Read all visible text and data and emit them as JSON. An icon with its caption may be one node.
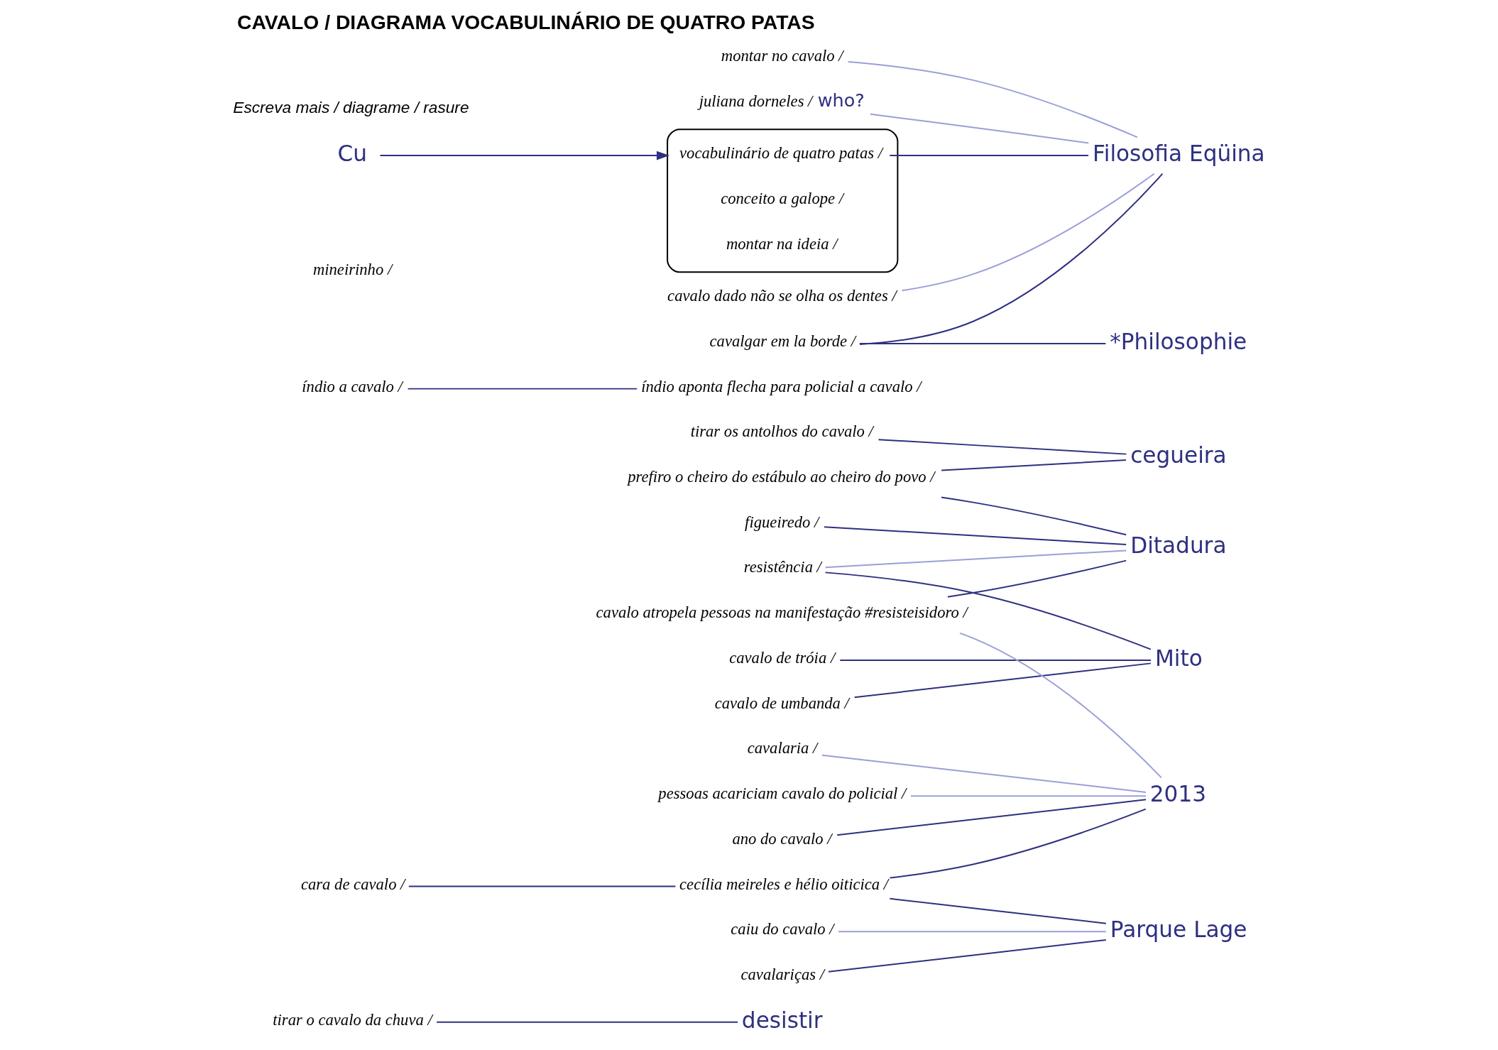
{
  "diagram": {
    "title": "CAVALO / DIAGRAMA VOCABULINÁRIO DE QUATRO PATAS",
    "nodes": [
      {
        "text": [
          "tirar o cavalo da chuva /"
        ]
      },
      {
        "text": [
          "tirar os antolhos do cavalo /"
        ]
      },
      {
        "text": [
          "índio a cavalo /"
        ]
      },
      {
        "text": [
          "cavalo de umbanda /"
        ]
      },
      {
        "text": [
          "cavalo de tróia /"
        ]
      },
      {
        "text": [
          "resistência /"
        ]
      },
      {
        "text": [
          "cara de cavalo /"
        ]
      },
      {
        "text": [
          "mineirinho /"
        ]
      },
      {
        "text": [
          "cecília meireles e hélio oiticica /"
        ]
      },
      {
        "text": [
          "ano do cavalo /"
        ]
      },
      {
        "text": [
          "cavalaria /"
        ]
      },
      {
        "text": [
          "montar no cavalo /"
        ]
      },
      {
        "text": [
          "índio aponta flecha para policial a cavalo /"
        ]
      },
      {
        "text": [
          "prefiro o cheiro do estábulo ao cheiro do povo /"
        ]
      },
      {
        "text": [
          "figueiredo /"
        ]
      },
      {
        "text": [
          "cavalo atropela pessoas na manifestação #resisteisidoro /"
        ]
      },
      {
        "text": [
          "pessoas acariciam cavalo do policial /"
        ]
      },
      {
        "text": [
          "cavalgar em la borde /"
        ]
      },
      {
        "text": [
          "cavalariças /"
        ]
      },
      {
        "text": [
          "juliana dorneles /"
        ],
        "beside": [
          "who?"
        ]
      },
      {
        "text": [],
        "shape": "box"
      },
      {
        "text": [
          "vocabulinário de quatro patas /"
        ],
        "in": 20
      },
      {
        "text": [
          "conceito a galope /"
        ],
        "in": 20
      },
      {
        "text": [
          "montar na ideia /"
        ],
        "in": 20
      },
      {
        "text": [
          "cavalo dado não se olha os dentes /"
        ]
      },
      {
        "text": [
          "caiu do cavalo /"
        ]
      },
      {
        "text": [
          "*Philosophie"
        ]
      },
      {
        "text": [
          "desistir"
        ]
      },
      {
        "text": [
          "cegueira"
        ]
      },
      {
        "text": [
          "Mito"
        ]
      },
      {
        "text": [
          "2013"
        ]
      },
      {
        "text": [
          "Ditadura"
        ]
      },
      {
        "text": [
          "Parque Lage"
        ]
      },
      {
        "text": [
          "Filosofia Eqüina"
        ]
      },
      {
        "text": [
          "Cu"
        ]
      }
    ],
    "edges": [
      {
        "from": 0,
        "to": 27,
        "arrow": "none"
      },
      {
        "from": 1,
        "to": 28,
        "arrow": "none"
      },
      {
        "from": 2,
        "to": 12,
        "arrow": "none"
      },
      {
        "from": 3,
        "to": 29,
        "arrow": "none"
      },
      {
        "from": 4,
        "to": 29,
        "arrow": "none"
      },
      {
        "from": 5,
        "to": 29,
        "arrow": "none"
      },
      {
        "from": 5,
        "to": 31,
        "arrow": "none",
        "color": "#9a9fd8"
      },
      {
        "from": 6,
        "to": 8,
        "arrow": "none"
      },
      {
        "from": 8,
        "to": 30,
        "arrow": "none"
      },
      {
        "from": 8,
        "to": 32,
        "arrow": "none"
      },
      {
        "from": 9,
        "to": 30,
        "arrow": "none"
      },
      {
        "from": 10,
        "to": 30,
        "arrow": "none",
        "color": "#9a9fd8"
      },
      {
        "from": 11,
        "to": 33,
        "arrow": "none",
        "color": "#9a9fd8"
      },
      {
        "from": 13,
        "to": 28,
        "arrow": "none"
      },
      {
        "from": 13,
        "to": 31,
        "arrow": "none"
      },
      {
        "from": 14,
        "to": 31,
        "arrow": "none"
      },
      {
        "from": 15,
        "to": 31,
        "arrow": "none"
      },
      {
        "from": 15,
        "to": 30,
        "arrow": "none",
        "color": "#9a9fd8"
      },
      {
        "from": 16,
        "to": 30,
        "arrow": "none",
        "color": "#9a9fd8"
      },
      {
        "from": 17,
        "to": 33,
        "arrow": "none"
      },
      {
        "from": 17,
        "to": 26,
        "arrow": "none"
      },
      {
        "from": 18,
        "to": 32,
        "arrow": "none"
      },
      {
        "from": 19,
        "to": 33,
        "arrow": "none",
        "color": "#9a9fd8"
      },
      {
        "from": 21,
        "to": 33,
        "arrow": "none"
      },
      {
        "from": 24,
        "to": 33,
        "arrow": "none",
        "color": "#9a9fd8"
      },
      {
        "from": 25,
        "to": 32,
        "arrow": "none",
        "color": "#9a9fd8"
      },
      {
        "from": 34,
        "to": 20,
        "arrow": "to"
      }
    ],
    "labels": [
      "Escreva mais / diagrame / rasure"
    ]
  }
}
